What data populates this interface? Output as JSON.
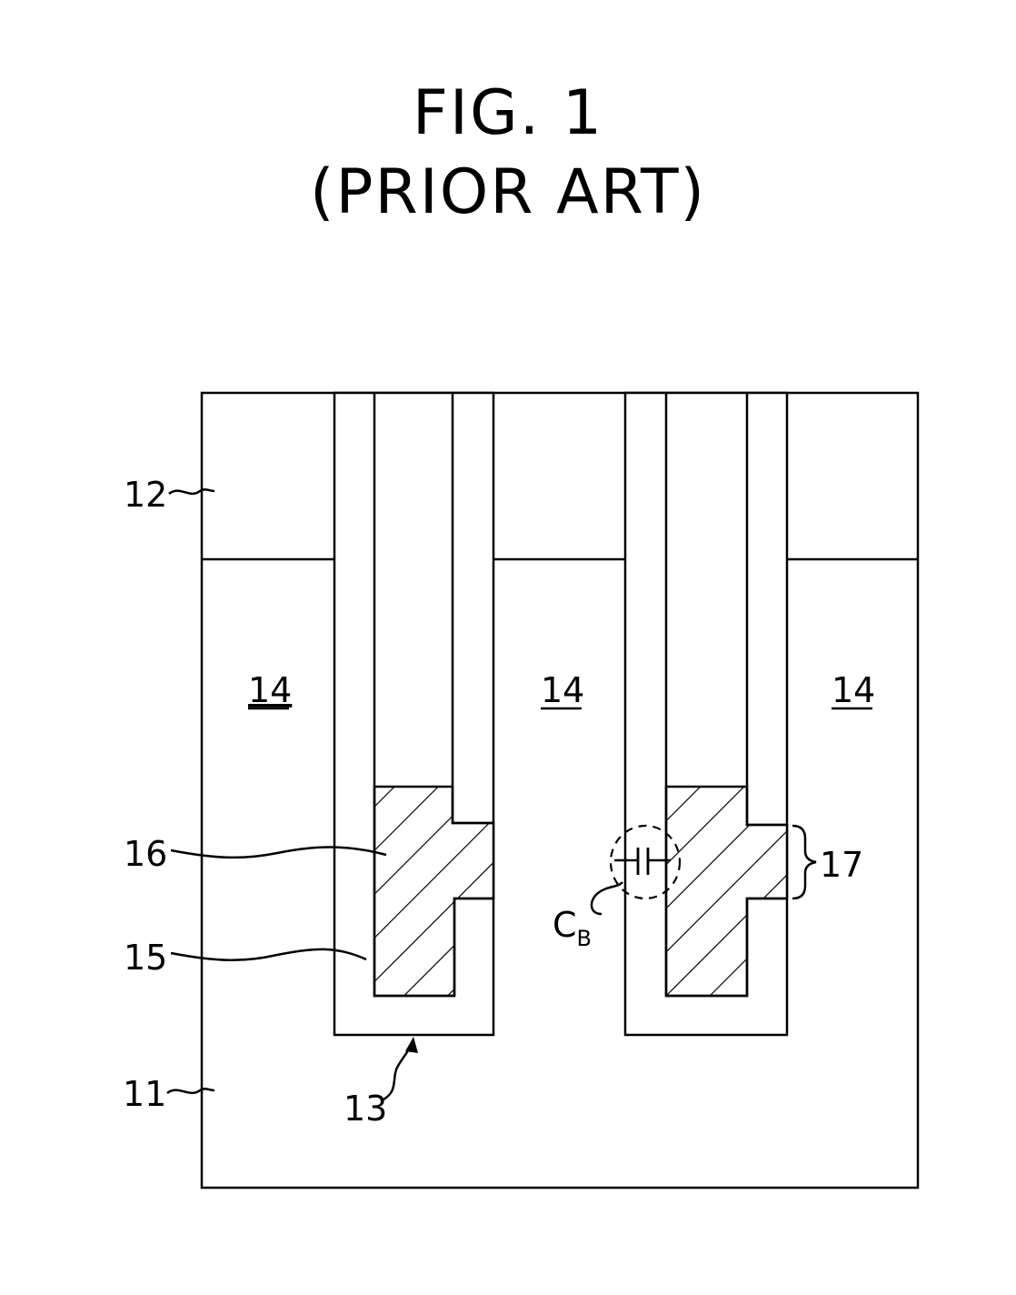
{
  "figure": {
    "title": "FIG. 1",
    "subtitle": "(PRIOR ART)"
  },
  "labels": {
    "substrate": "11",
    "hard_mask": "12",
    "trench": "13",
    "active_left": "14",
    "active_middle": "14",
    "active_right": "14",
    "gate_insulation": "15",
    "gate_electrode": "16",
    "overlap_region": "17",
    "capacitance_letter": "C",
    "capacitance_subscript": "B"
  }
}
